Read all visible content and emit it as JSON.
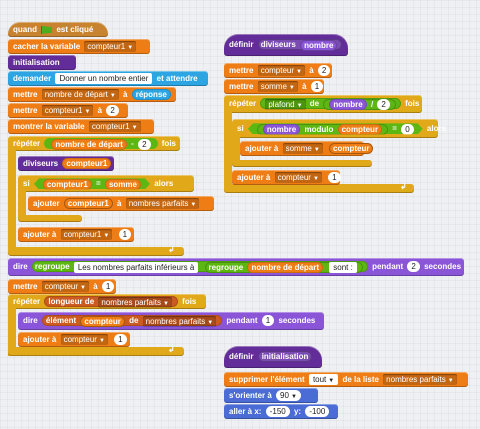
{
  "script_main": {
    "hat": {
      "when": "quand",
      "clicked": "est cliqué"
    },
    "hide_var": {
      "label": "cacher la variable",
      "var": "compteur1"
    },
    "init": "initialisation",
    "ask": {
      "label": "demander",
      "text": "Donner un nombre entier",
      "wait": "et attendre"
    },
    "set_start": {
      "label": "mettre",
      "var": "nombre de départ",
      "to": "à",
      "value": "réponse"
    },
    "set_c1": {
      "label": "mettre",
      "var": "compteur1",
      "to": "à",
      "value": "2"
    },
    "show_var": {
      "label": "montrer la variable",
      "var": "compteur1"
    },
    "repeat": {
      "label": "répéter",
      "var": "nombre de départ",
      "minus": "-",
      "value": "2",
      "times": "fois"
    },
    "call_div": {
      "label": "diviseurs",
      "arg": "compteur1"
    },
    "if_block": {
      "label": "si",
      "var": "compteur1",
      "eq": "=",
      "var2": "somme",
      "then": "alors"
    },
    "add_perfect": {
      "label": "ajouter",
      "var": "compteur1",
      "to": "à",
      "list": "nombres parfaits"
    },
    "inc_c1": {
      "label": "ajouter à",
      "var": "compteur1",
      "value": "1"
    },
    "say": {
      "label": "dire",
      "join": "regroupe",
      "text": "Les nombres parfaits inférieurs à",
      "join2": "regroupe",
      "var": "nombre de départ",
      "text2": "sont :",
      "during": "pendant",
      "secs": "2",
      "seconds": "secondes"
    },
    "set_cpt": {
      "label": "mettre",
      "var": "compteur",
      "to": "à",
      "value": "1"
    },
    "repeat2": {
      "label": "répéter",
      "len": "longueur de",
      "list": "nombres parfaits",
      "times": "fois"
    },
    "say2": {
      "label": "dire",
      "item": "élément",
      "var": "compteur",
      "of": "de",
      "list": "nombres parfaits",
      "during": "pendant",
      "secs": "1",
      "seconds": "secondes"
    },
    "inc_cpt": {
      "label": "ajouter à",
      "var": "compteur",
      "value": "1"
    }
  },
  "script_div": {
    "define": "définir",
    "name": "diviseurs",
    "param": "nombre",
    "set_cpt": {
      "label": "mettre",
      "var": "compteur",
      "to": "à",
      "value": "2"
    },
    "set_sum": {
      "label": "mettre",
      "var": "somme",
      "to": "à",
      "value": "1"
    },
    "repeat": {
      "label": "répéter",
      "var": "plafond",
      "of": "de",
      "param": "nombre",
      "div": "/",
      "value": "2",
      "times": "fois"
    },
    "if_block": {
      "label": "si",
      "param": "nombre",
      "mod": "modulo",
      "var": "compteur",
      "eq": "=",
      "value": "0",
      "then": "alors"
    },
    "add_sum": {
      "label": "ajouter à",
      "var": "somme",
      "var2": "compteur"
    },
    "inc_cpt": {
      "label": "ajouter à",
      "var": "compteur",
      "value": "1"
    }
  },
  "script_init": {
    "define": "définir",
    "name": "initialisation",
    "delete": {
      "label": "supprimer l'élément",
      "which": "tout",
      "of": "de la liste",
      "list": "nombres parfaits"
    },
    "orient": {
      "label": "s'orienter à",
      "value": "90"
    },
    "goto": {
      "label": "aller à x:",
      "x": "-150",
      "ylabel": "y:",
      "y": "-100"
    }
  }
}
